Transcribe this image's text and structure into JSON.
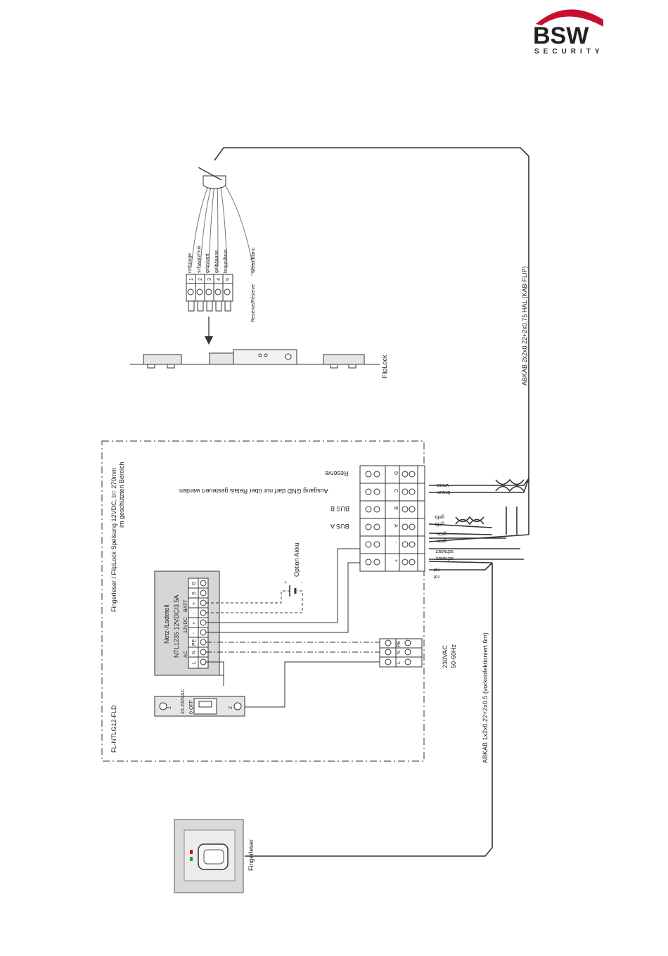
{
  "logo": {
    "brand": "BSW",
    "sub": "SECURITY",
    "red": "#c8102e"
  },
  "flipflop": {
    "wire_colors": [
      "rot/rouge",
      "schwarz/noir",
      "grün/vert",
      "gelb/jaune",
      "braun/brun"
    ],
    "pin_numbers": [
      "1",
      "2",
      "3",
      "4",
      "5"
    ],
    "reserve_wire": "weiss/blanc",
    "reserve_label": "Reserve/Réserve",
    "lock_label": "FlipLock",
    "cable_label": "ABKAB 2x2x0.22+2x0.75 HAL (KAB-FLIP)"
  },
  "enclosure": {
    "title": "Fingerleser / FlipLock Speisung 12VDC, b= 270mm",
    "subtitle": "im geschützten Bereich",
    "model": "FL-NTLG12-FLD"
  },
  "terminal_block": {
    "letters": [
      "+",
      "-",
      "A",
      "B",
      "C",
      "D"
    ],
    "labels": [
      "BUS A",
      "BUS B",
      "Ausgang GND darf nur über Relais gesteuert werden",
      "Reserve"
    ],
    "wire_labels": [
      "rot",
      "schwarz",
      "schwarz",
      "grün",
      "grün",
      "gelb",
      "gelb",
      "braun",
      "weiss"
    ]
  },
  "psu": {
    "title1": "Netz-/Ladeteil",
    "title2": "NTL1235   12VDC/3.5A",
    "ac": "AC",
    "dc": "12VDC",
    "batt": "BATT",
    "pins": [
      "L",
      "N",
      "PE",
      "-",
      "+",
      "-",
      "+",
      "S",
      "G"
    ]
  },
  "battery": {
    "label": "Option Akku",
    "plus": "+",
    "minus": "-"
  },
  "mains": {
    "pins": [
      "L",
      "N",
      "PE"
    ],
    "voltage": "230VAC",
    "freq": "50-60Hz"
  },
  "breaker": {
    "label": "0 OFF",
    "rating": "2A 230VAC",
    "pin1": "1",
    "pin2": "2"
  },
  "reader": {
    "label": "Fingerleser",
    "cable_label": "ABKAB 1x2x0.22+2x0.5 (vorkonfektioniert 6m)"
  }
}
